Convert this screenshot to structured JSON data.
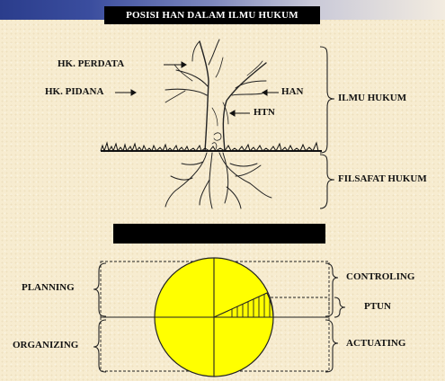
{
  "title": "POSISI HAN DALAM ILMU HUKUM",
  "tree": {
    "labels": {
      "hk_perdata": "HK. PERDATA",
      "hk_pidana": "HK. PIDANA",
      "han": "HAN",
      "htn": "HTN",
      "ilmu_hukum": "ILMU HUKUM",
      "filsafat_hukum": "FILSAFAT HUKUM"
    }
  },
  "management": {
    "labels": {
      "planning": "PLANNING",
      "organizing": "ORGANIZING",
      "controling": "CONTROLING",
      "actuating": "ACTUATING",
      "ptun": "PTUN"
    },
    "circle_fill": "#ffff00"
  },
  "colors": {
    "title_bg": "#000000",
    "title_text": "#ffffff",
    "background": "#f7ecd0",
    "bar_dark": "#2b3d8c"
  }
}
